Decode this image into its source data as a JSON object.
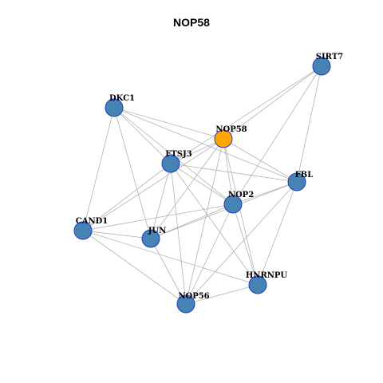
{
  "title": "NOP58",
  "colors": {
    "node_fill": "#4682b4",
    "node_stroke": "#1f3fbf",
    "highlight_fill": "#ffa500",
    "edge": "#b3b3b3"
  },
  "nodes": [
    {
      "id": "SIRT7",
      "label": "SIRT7"
    },
    {
      "id": "DKC1",
      "label": "DKC1"
    },
    {
      "id": "NOP58",
      "label": "NOP58",
      "highlight": true
    },
    {
      "id": "FTSJ3",
      "label": "FTSJ3"
    },
    {
      "id": "FBL",
      "label": "FBL"
    },
    {
      "id": "NOP2",
      "label": "NOP2"
    },
    {
      "id": "CAND1",
      "label": "CAND1"
    },
    {
      "id": "JUN",
      "label": "JUN"
    },
    {
      "id": "HNRNPU",
      "label": "HNRNPU"
    },
    {
      "id": "NOP56",
      "label": "NOP56"
    }
  ],
  "edges": [
    [
      "SIRT7",
      "NOP58"
    ],
    [
      "SIRT7",
      "FTSJ3"
    ],
    [
      "SIRT7",
      "NOP2"
    ],
    [
      "SIRT7",
      "FBL"
    ],
    [
      "DKC1",
      "NOP58"
    ],
    [
      "DKC1",
      "FTSJ3"
    ],
    [
      "DKC1",
      "FBL"
    ],
    [
      "DKC1",
      "NOP2"
    ],
    [
      "DKC1",
      "CAND1"
    ],
    [
      "DKC1",
      "JUN"
    ],
    [
      "NOP58",
      "FTSJ3"
    ],
    [
      "NOP58",
      "FBL"
    ],
    [
      "NOP58",
      "NOP2"
    ],
    [
      "NOP58",
      "CAND1"
    ],
    [
      "NOP58",
      "JUN"
    ],
    [
      "NOP58",
      "HNRNPU"
    ],
    [
      "NOP58",
      "NOP56"
    ],
    [
      "FTSJ3",
      "FBL"
    ],
    [
      "FTSJ3",
      "NOP2"
    ],
    [
      "FTSJ3",
      "CAND1"
    ],
    [
      "FTSJ3",
      "JUN"
    ],
    [
      "FTSJ3",
      "HNRNPU"
    ],
    [
      "FTSJ3",
      "NOP56"
    ],
    [
      "FBL",
      "NOP2"
    ],
    [
      "FBL",
      "JUN"
    ],
    [
      "FBL",
      "HNRNPU"
    ],
    [
      "FBL",
      "NOP56"
    ],
    [
      "NOP2",
      "CAND1"
    ],
    [
      "NOP2",
      "JUN"
    ],
    [
      "NOP2",
      "HNRNPU"
    ],
    [
      "NOP2",
      "NOP56"
    ],
    [
      "CAND1",
      "JUN"
    ],
    [
      "CAND1",
      "HNRNPU"
    ],
    [
      "CAND1",
      "NOP56"
    ],
    [
      "JUN",
      "NOP56"
    ],
    [
      "HNRNPU",
      "NOP56"
    ]
  ]
}
